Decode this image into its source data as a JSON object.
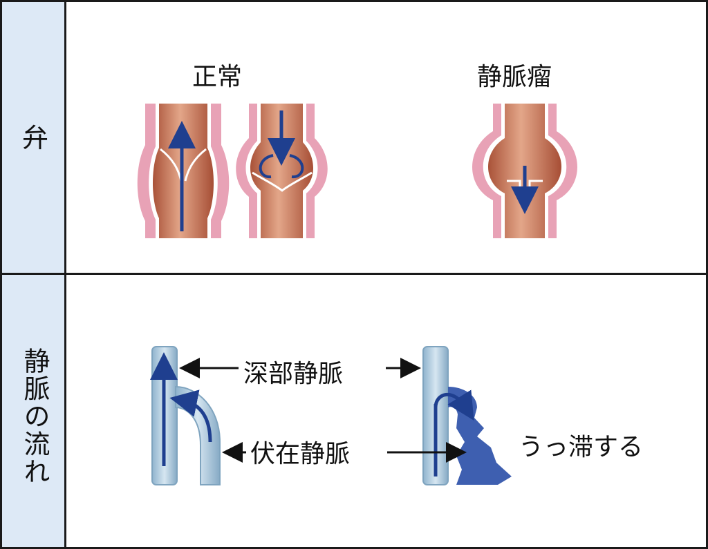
{
  "rows": [
    {
      "label": "弁"
    },
    {
      "label": "静脈の流れ"
    }
  ],
  "valve": {
    "normal_label": "正常",
    "varicose_label": "静脈瘤"
  },
  "flow": {
    "deep_vein_label": "深部静脈",
    "superficial_vein_label": "伏在静脈",
    "stagnation_label": "うっ滞する"
  },
  "colors": {
    "side_background": "#dde9f6",
    "vessel_wall": "#e8a2b6",
    "vessel_lumen": "#c46a4e",
    "flow_arrow": "#1f3f8f",
    "vein_light": "#a9c7dc",
    "vein_congested": "#3e5fb0"
  }
}
